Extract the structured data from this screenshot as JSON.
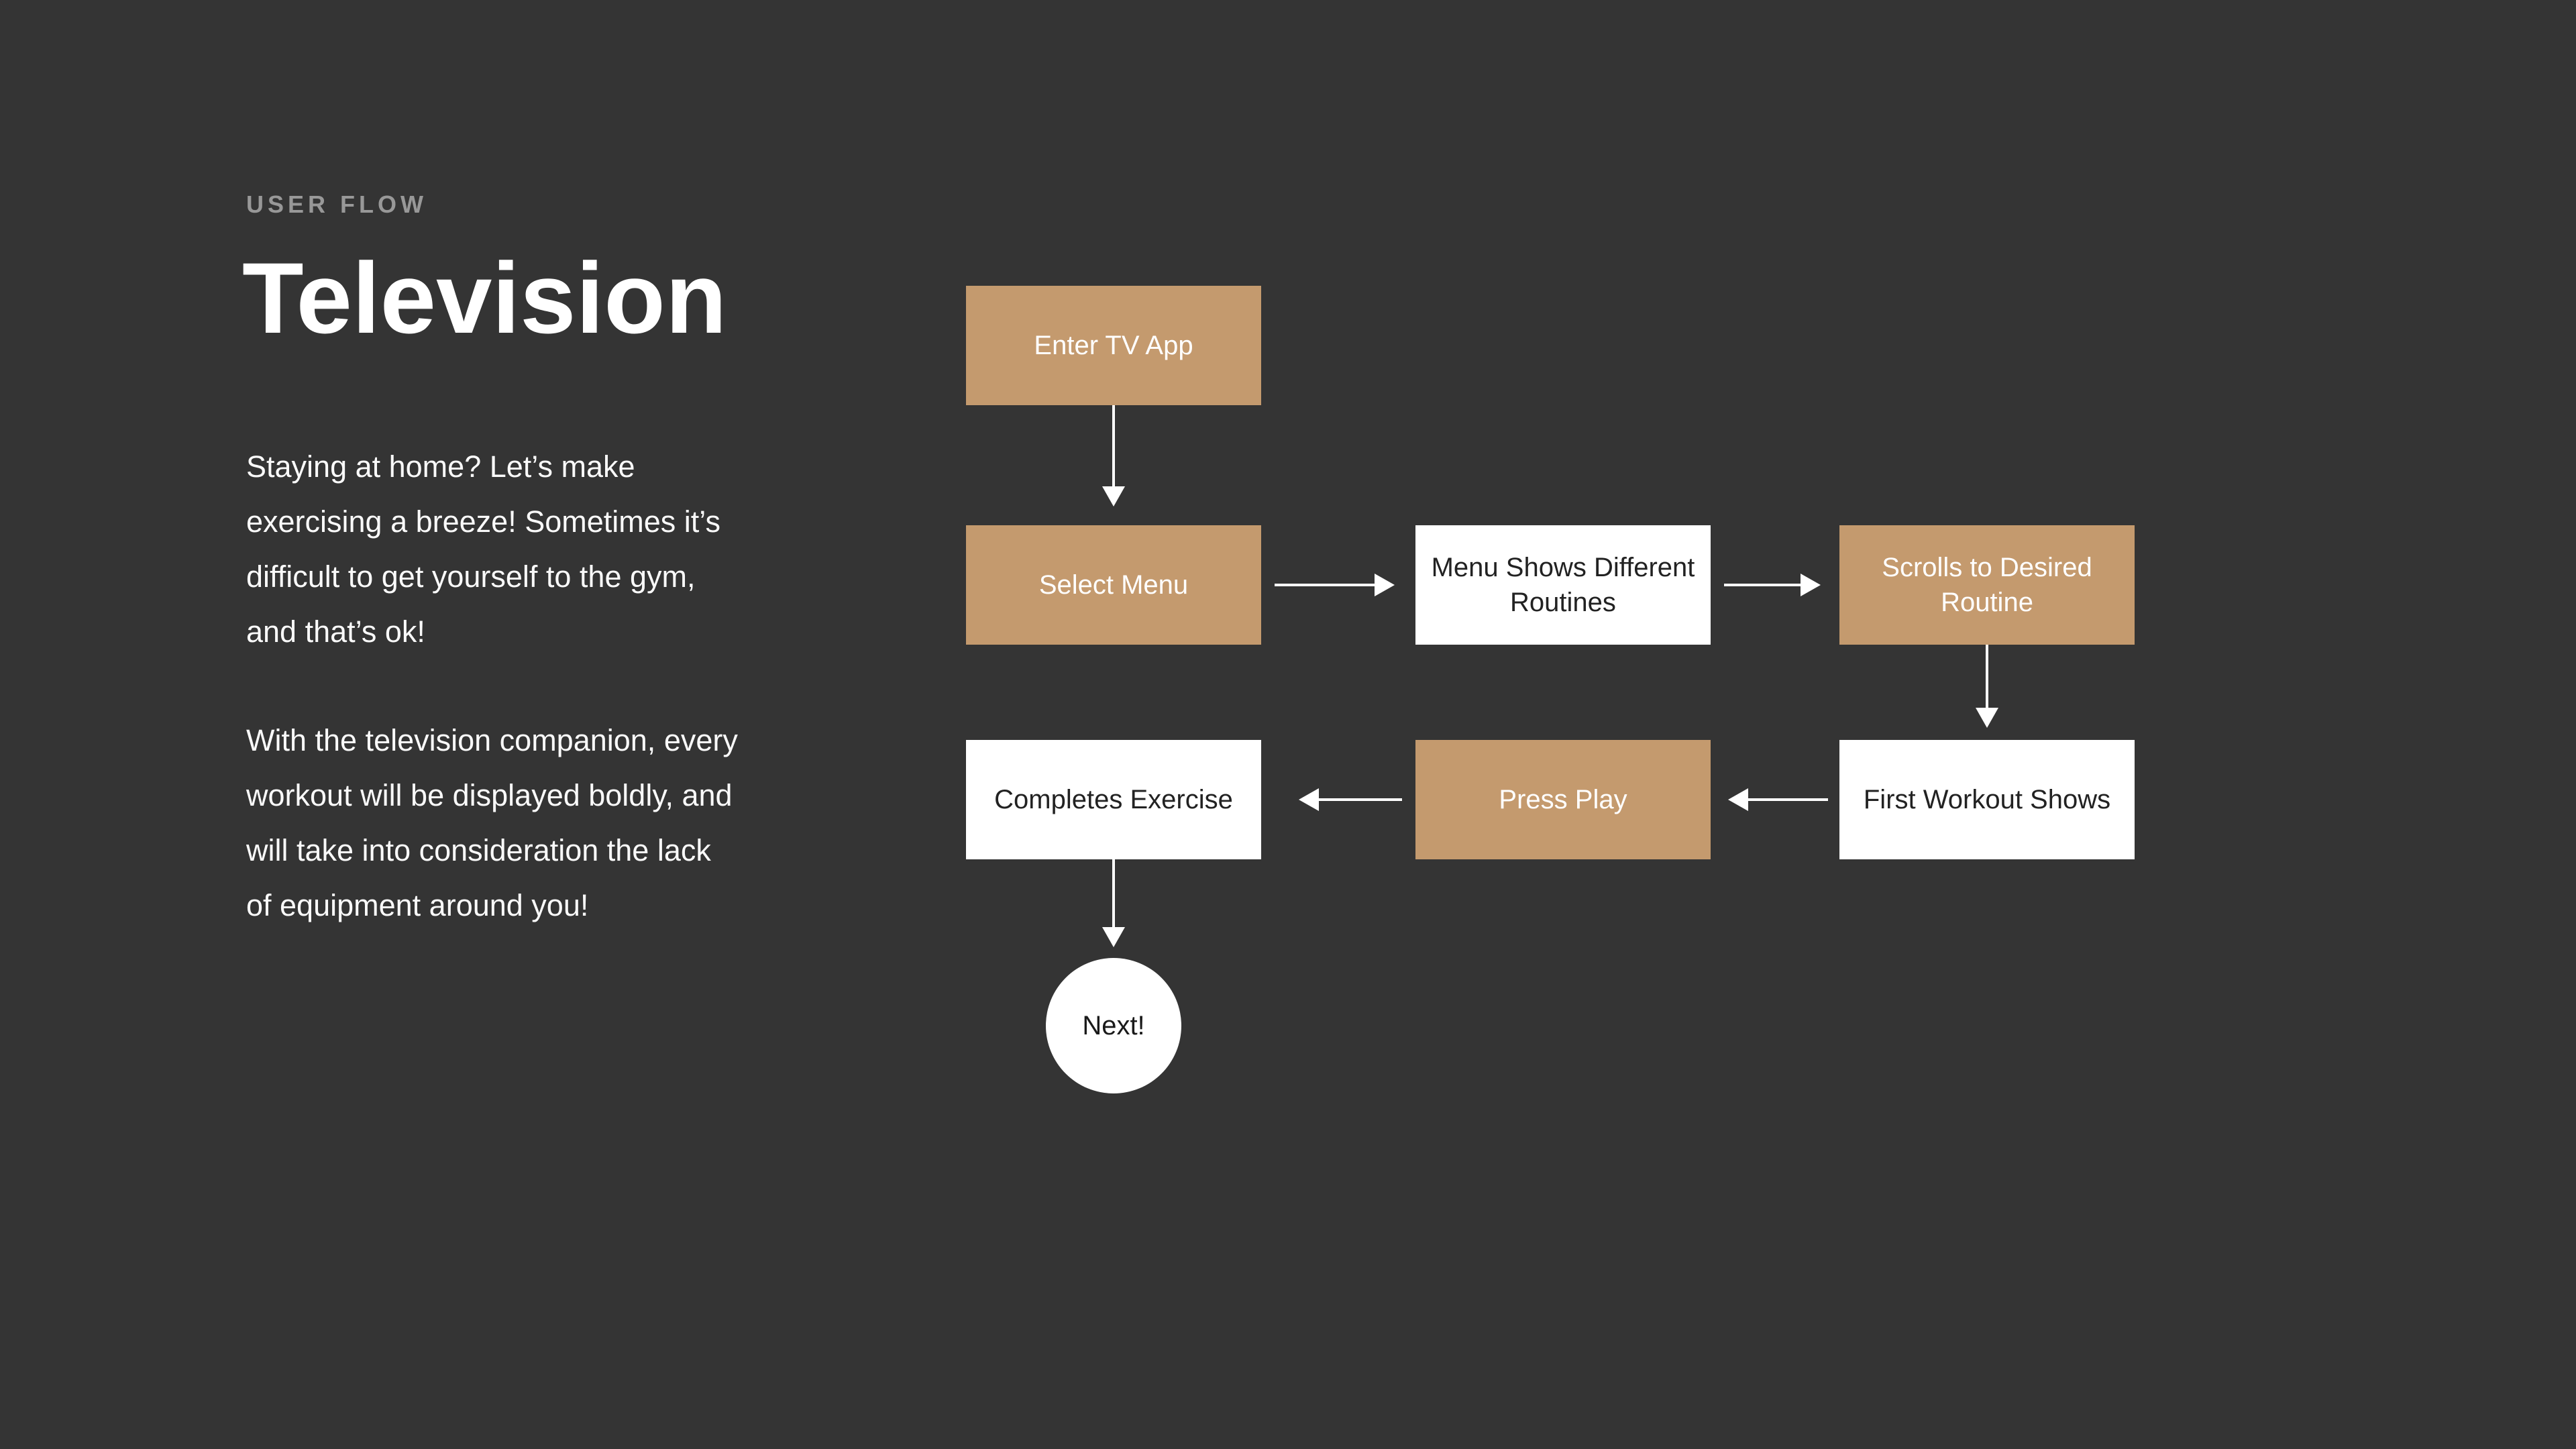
{
  "intro": {
    "kicker": "USER FLOW",
    "title": "Television",
    "paragraphs": [
      "Staying at home? Let’s make\nexercising a breeze! Sometimes it’s\ndifficult to get yourself to the gym,\nand that’s ok!",
      "With the television companion, every\nworkout will be displayed boldly, and\nwill take into consideration the lack\nof equipment around you!"
    ]
  },
  "flow": {
    "nodes": [
      {
        "id": "enter-tv-app",
        "label": "Enter TV App",
        "style": "tan"
      },
      {
        "id": "select-menu",
        "label": "Select Menu",
        "style": "tan"
      },
      {
        "id": "menu-shows-routines",
        "label": "Menu Shows Different\nRoutines",
        "style": "white"
      },
      {
        "id": "scrolls-to-routine",
        "label": "Scrolls to Desired\nRoutine",
        "style": "tan"
      },
      {
        "id": "first-workout-shows",
        "label": "First Workout Shows",
        "style": "white"
      },
      {
        "id": "press-play",
        "label": "Press Play",
        "style": "tan"
      },
      {
        "id": "completes-exercise",
        "label": "Completes Exercise",
        "style": "white"
      },
      {
        "id": "next",
        "label": "Next!",
        "style": "circle"
      }
    ],
    "connections": [
      {
        "from": "enter-tv-app",
        "to": "select-menu",
        "direction": "down"
      },
      {
        "from": "select-menu",
        "to": "menu-shows-routines",
        "direction": "right"
      },
      {
        "from": "menu-shows-routines",
        "to": "scrolls-to-routine",
        "direction": "right"
      },
      {
        "from": "scrolls-to-routine",
        "to": "first-workout-shows",
        "direction": "down"
      },
      {
        "from": "first-workout-shows",
        "to": "press-play",
        "direction": "left"
      },
      {
        "from": "press-play",
        "to": "completes-exercise",
        "direction": "left"
      },
      {
        "from": "completes-exercise",
        "to": "next",
        "direction": "down"
      }
    ]
  },
  "colors": {
    "background": "#343434",
    "accent_tan": "#c49a6e",
    "node_white": "#ffffff",
    "arrow": "#ffffff",
    "kicker_gray": "#989898",
    "dark_text": "#222222"
  }
}
